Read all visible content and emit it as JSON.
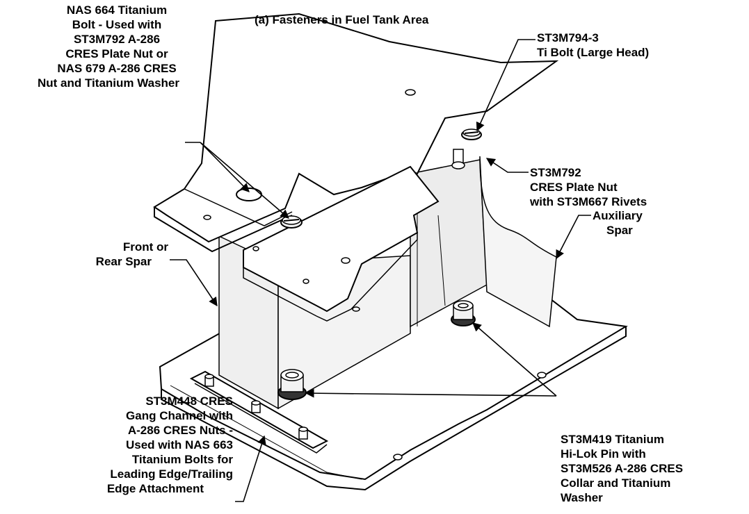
{
  "title": "(a) Fasteners in Fuel Tank Area",
  "callouts": {
    "nas664": [
      "NAS 664 Titanium",
      "Bolt - Used with",
      "ST3M792 A-286",
      "CRES Plate Nut or",
      "NAS 679 A-286 CRES",
      "Nut and Titanium Washer"
    ],
    "st3m794": [
      "ST3M794-3",
      "Ti Bolt (Large Head)"
    ],
    "st3m792": [
      "ST3M792",
      "CRES Plate Nut",
      "with ST3M667 Rivets"
    ],
    "aux_spar": [
      "Auxiliary",
      "Spar"
    ],
    "front_spar": [
      "Front or",
      "Rear Spar"
    ],
    "st3m448": [
      "ST3M448 CRES",
      "Gang Channel with",
      "A-286 CRES Nuts -",
      "Used with NAS 663",
      "Titanium Bolts for",
      "Leading Edge/Trailing",
      "Edge Attachment"
    ],
    "st3m419": [
      "ST3M419 Titanium",
      "Hi-Lok Pin with",
      "ST3M526 A-286 CRES",
      "Collar and Titanium",
      "Washer"
    ]
  },
  "colors": {
    "ink": "#000000",
    "paper": "#ffffff",
    "shade": "#e8e8e8"
  }
}
